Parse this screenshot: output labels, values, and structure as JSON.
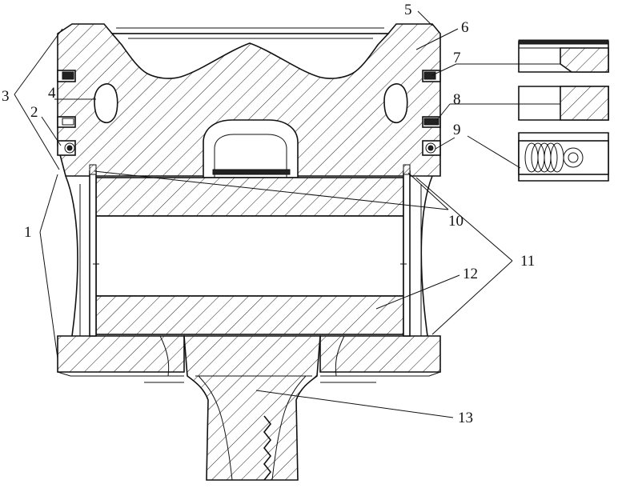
{
  "callouts": [
    {
      "id": "1",
      "label": "1"
    },
    {
      "id": "2",
      "label": "2"
    },
    {
      "id": "3",
      "label": "3"
    },
    {
      "id": "4",
      "label": "4"
    },
    {
      "id": "5",
      "label": "5"
    },
    {
      "id": "6",
      "label": "6"
    },
    {
      "id": "7",
      "label": "7"
    },
    {
      "id": "8",
      "label": "8"
    },
    {
      "id": "9",
      "label": "9"
    },
    {
      "id": "10",
      "label": "10"
    },
    {
      "id": "11",
      "label": "11"
    },
    {
      "id": "12",
      "label": "12"
    },
    {
      "id": "13",
      "label": "13"
    }
  ],
  "colors": {
    "line": "#111111",
    "background": "#ffffff"
  }
}
